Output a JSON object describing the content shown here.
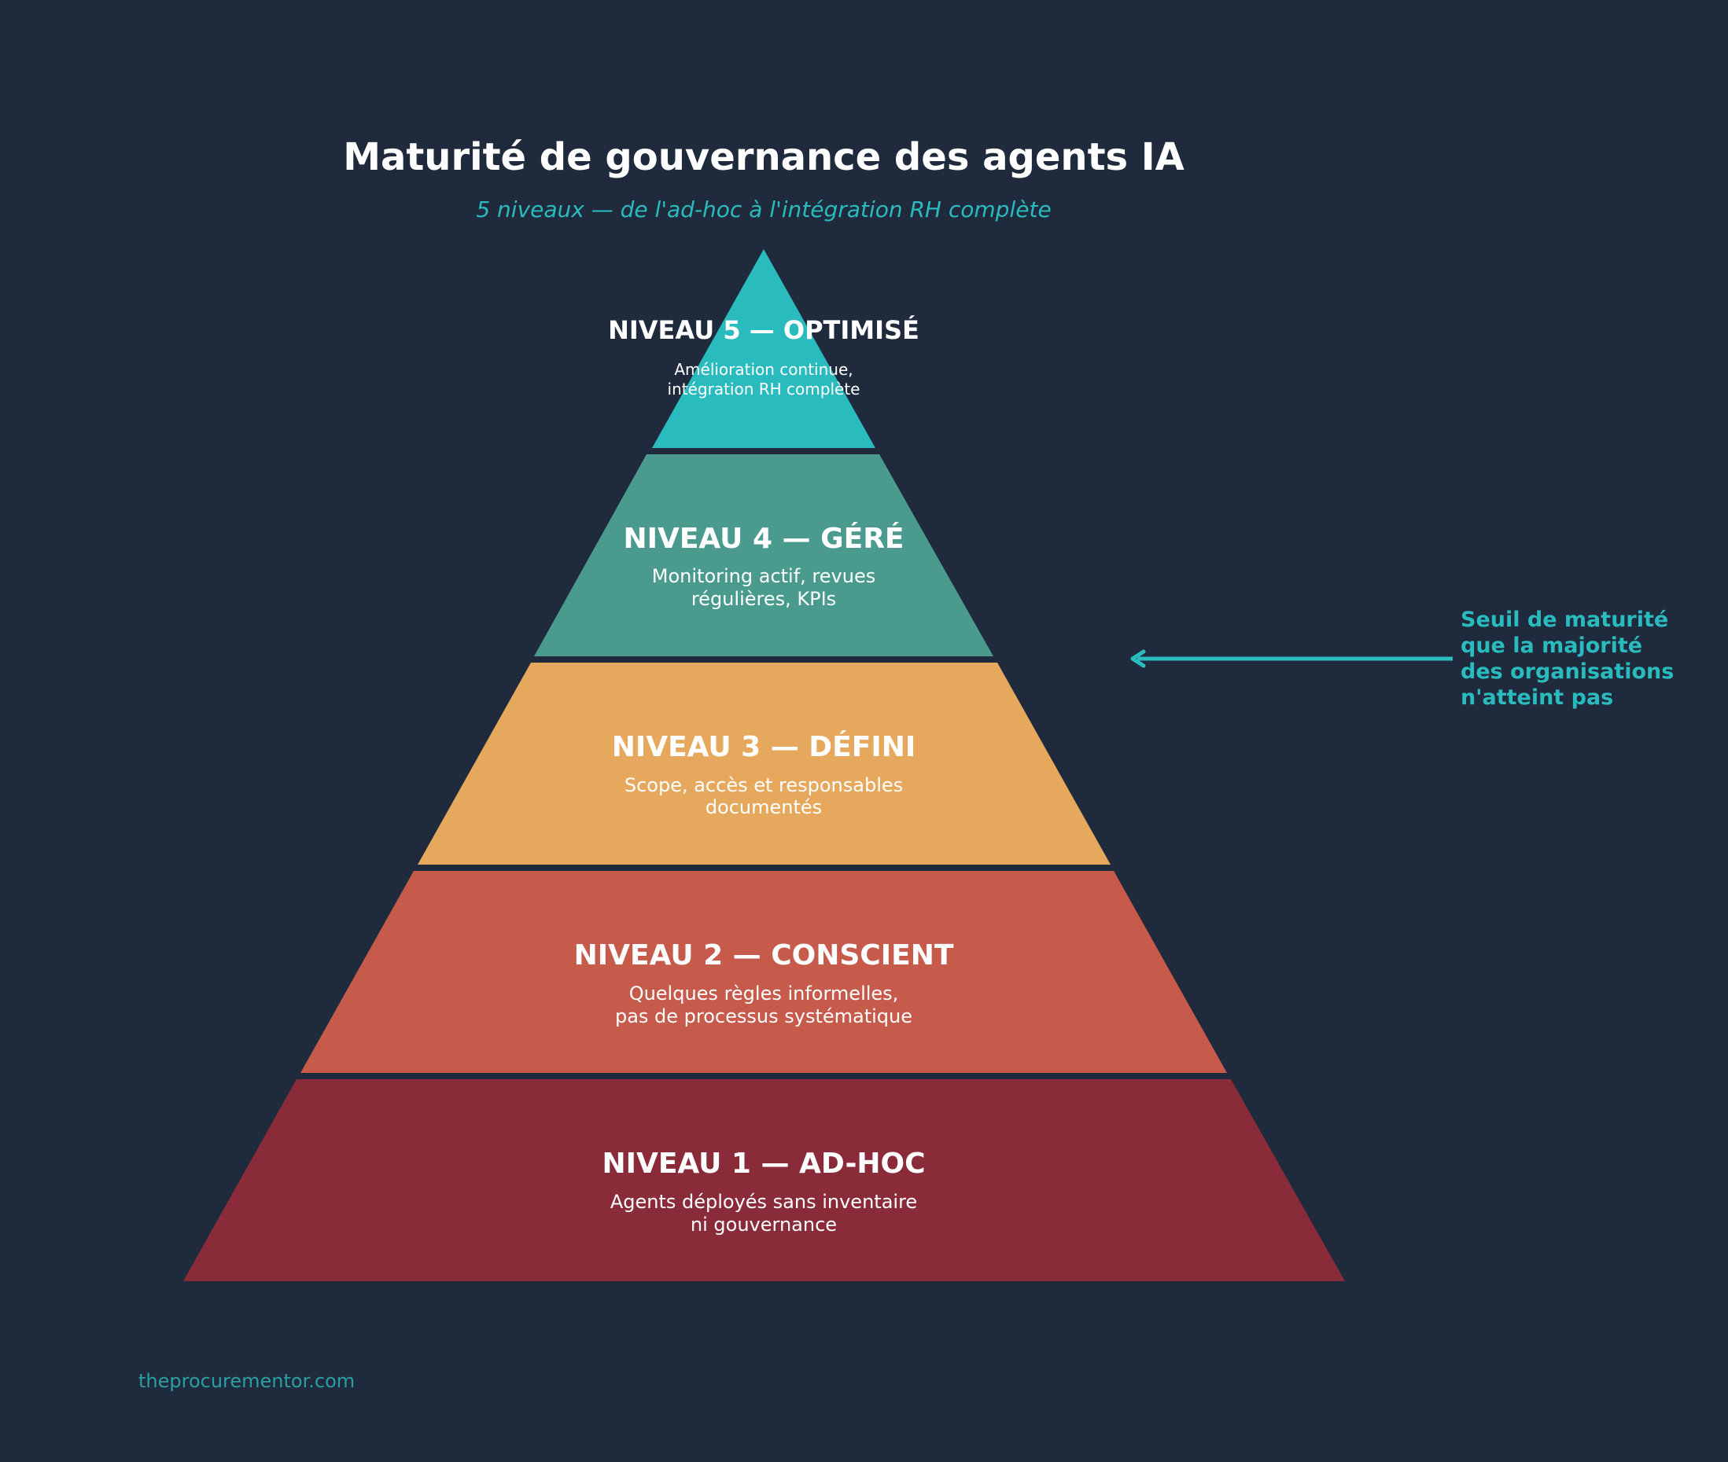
{
  "title": "Maturité de gouvernance des agents IA",
  "subtitle": "5 niveaux — de l'ad-hoc à l'intégration RH complète",
  "levels": [
    {
      "title": "NIVEAU 5  —  OPTIMISÉ",
      "desc_line1": "Amélioration continue,",
      "desc_line2": "intégration RH complète",
      "color": "#2abbbf"
    },
    {
      "title": "NIVEAU 4  —  GÉRÉ",
      "desc_line1": "Monitoring actif, revues",
      "desc_line2": "régulières, KPIs",
      "color": "#4a9b8e"
    },
    {
      "title": "NIVEAU 3  —  DÉFINI",
      "desc_line1": "Scope, accès et responsables",
      "desc_line2": "documentés",
      "color": "#e6a85d"
    },
    {
      "title": "NIVEAU 2  —  CONSCIENT",
      "desc_line1": "Quelques règles informelles,",
      "desc_line2": "pas de processus systématique",
      "color": "#c65a4b"
    },
    {
      "title": "NIVEAU 1  —  AD-HOC",
      "desc_line1": "Agents déployés sans inventaire",
      "desc_line2": "ni gouvernance",
      "color": "#8a2b3a"
    }
  ],
  "annotation": {
    "line1": "Seuil de maturité",
    "line2": "que la majorité",
    "line3": "des organisations",
    "line4": "n'atteint pas",
    "color": "#2abbbf"
  },
  "footer": "theprocurementor.com",
  "colors": {
    "background": "#1f2b3c",
    "accent": "#2abbbf",
    "footer": "#2a9fa3"
  }
}
